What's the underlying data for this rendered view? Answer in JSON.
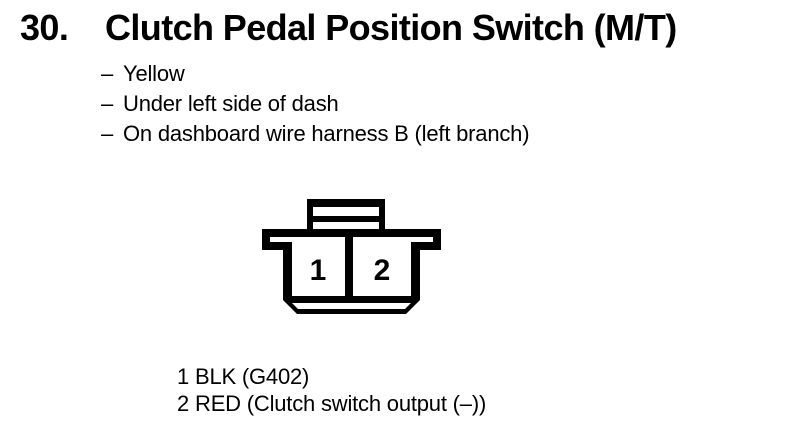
{
  "heading": {
    "number": "30.",
    "title": "Clutch Pedal Position Switch (M/T)"
  },
  "details": {
    "bullet": "–",
    "items": [
      "Yellow",
      "Under left side of dash",
      "On dashboard wire harness B (left branch)"
    ]
  },
  "connector": {
    "description": "2-cavity connector, front view, with top latch tab",
    "pins": [
      "1",
      "2"
    ]
  },
  "pin_legend": {
    "rows": [
      {
        "pin": "1",
        "label": "BLK (G402)"
      },
      {
        "pin": "2",
        "label": "RED (Clutch switch output (–))"
      }
    ]
  },
  "colors": {
    "background": "#ffffff",
    "ink": "#000000"
  }
}
